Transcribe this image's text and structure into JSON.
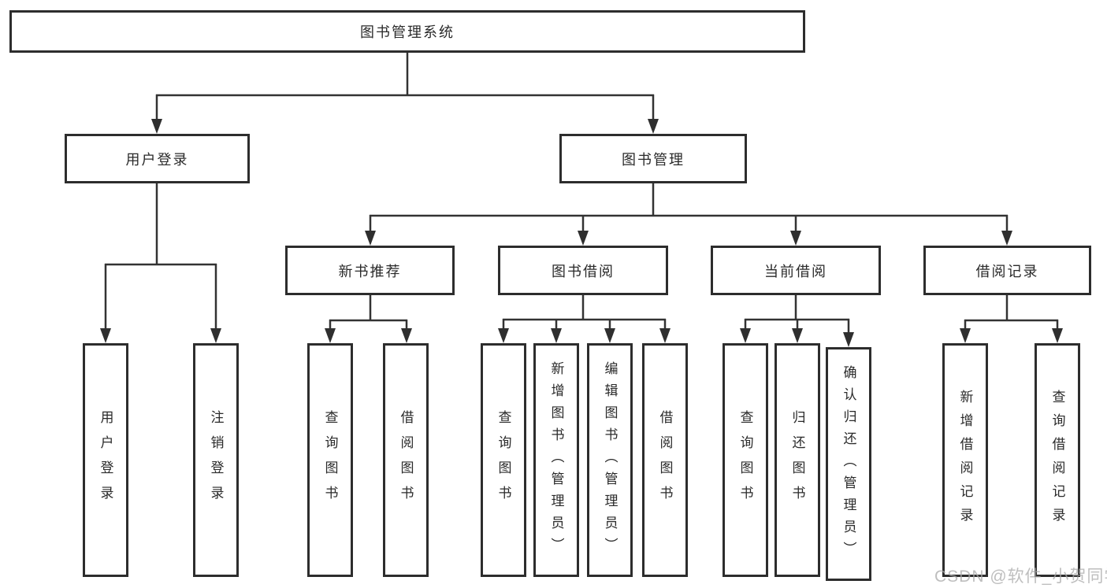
{
  "diagram": {
    "title": "图书管理系统",
    "level1": {
      "user_login": "用户登录",
      "book_management": "图书管理"
    },
    "level2": {
      "new_book_recommend": "新书推荐",
      "book_borrow": "图书借阅",
      "current_borrow": "当前借阅",
      "borrow_records": "借阅记录"
    },
    "leaves": {
      "user_login": [
        "用户登录",
        "注销登录"
      ],
      "new_book_recommend": [
        "查询图书",
        "借阅图书"
      ],
      "book_borrow": [
        "查询图书",
        "新增图书（管理员）",
        "编辑图书（管理员）",
        "借阅图书"
      ],
      "current_borrow": [
        "查询图书",
        "归还图书",
        "确认归还（管理员）"
      ],
      "borrow_records": [
        "新增借阅记录",
        "查询借阅记录"
      ]
    }
  },
  "watermark": "CSDN @软件_小贺同学",
  "colors": {
    "line": "#333333",
    "box_border": "#2d2d2d",
    "text": "#2a2a2a",
    "watermark": "#a9a9a9",
    "background": "#ffffff"
  }
}
